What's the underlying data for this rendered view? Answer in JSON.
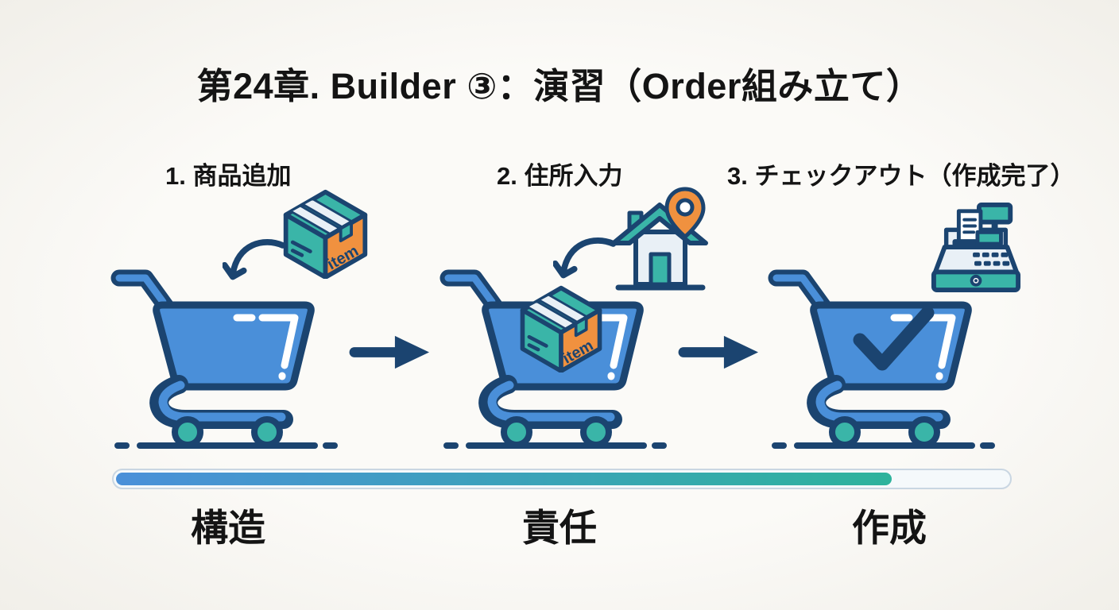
{
  "title": "第24章. Builder ③：演習（Order組み立て）",
  "steps": [
    {
      "label": "1. 商品追加",
      "side_icon": "package-box-icon",
      "cart_content": "empty"
    },
    {
      "label": "2. 住所入力",
      "side_icon": "house-location-icon",
      "cart_content": "package-box"
    },
    {
      "label": "3. チェックアウト（作成完了）",
      "side_icon": "cash-register-icon",
      "cart_content": "checkmark"
    }
  ],
  "package_label": "item",
  "phases": [
    "構造",
    "責任",
    "作成"
  ],
  "progress": {
    "percent": 87
  },
  "icons": [
    "shopping-cart-icon",
    "package-box-icon",
    "house-location-icon",
    "cash-register-icon",
    "curved-drop-arrow-icon",
    "arrow-right-icon",
    "checkmark-icon"
  ],
  "colors": {
    "background": "#f8f6f1",
    "text": "#141414",
    "outline": "#1b4470",
    "cart_blue": "#4a8fd9",
    "teal": "#3ab5a8",
    "orange": "#f0913f",
    "light_fill": "#e9f0f6",
    "track": "#f5f9fb",
    "track_border": "#c9d6e2",
    "progress_start": "#4a90d9",
    "progress_end": "#2eb39c"
  }
}
